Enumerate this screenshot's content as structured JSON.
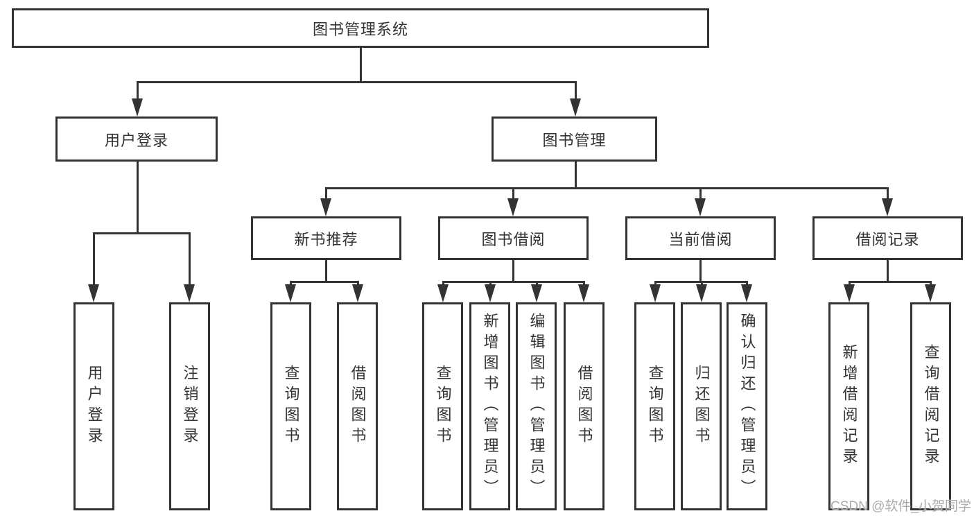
{
  "colors": {
    "line": "#333333",
    "text": "#333333",
    "background": "#ffffff",
    "watermark": "#ababab"
  },
  "tree": {
    "root": {
      "label": "图书管理系统"
    },
    "user_login": {
      "label": "用户登录",
      "children": [
        "用户登录",
        "注销登录"
      ]
    },
    "book_mgmt": {
      "label": "图书管理"
    },
    "new_book_rec": {
      "label": "新书推荐",
      "children": [
        "查询图书",
        "借阅图书"
      ]
    },
    "book_borrow": {
      "label": "图书借阅",
      "children": [
        "查询图书",
        "新增图书（管理员）",
        "编辑图书（管理员）",
        "借阅图书"
      ]
    },
    "current_borrow": {
      "label": "当前借阅",
      "children": [
        "查询图书",
        "归还图书",
        "确认归还（管理员）"
      ]
    },
    "borrow_records": {
      "label": "借阅记录",
      "children": [
        "新增借阅记录",
        "查询借阅记录"
      ]
    }
  },
  "watermark": {
    "text": "CSDN @软件_小贺同学"
  }
}
